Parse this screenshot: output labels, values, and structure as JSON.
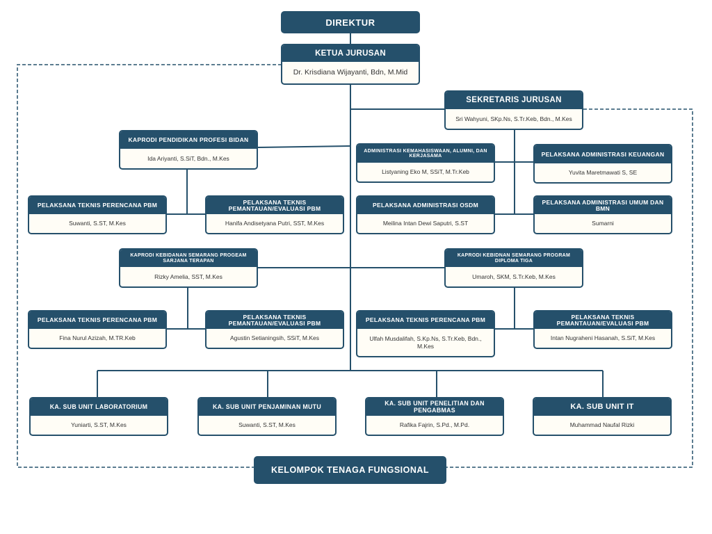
{
  "top": {
    "title": "DIREKTUR"
  },
  "ketua": {
    "title": "KETUA JURUSAN",
    "name": "Dr. Krisdiana Wijayanti, Bdn, M.Mid"
  },
  "sekretaris": {
    "title": "SEKRETARIS JURUSAN",
    "name": "Sri Wahyuni, SKp.Ns, S.Tr.Keb, Bdn., M.Kes"
  },
  "kaprodi_profesi": {
    "title": "KAPRODI PENDIDIKAN PROFESI BIDAN",
    "name": "Ida Ariyanti, S.SiT, Bdn., M.Kes"
  },
  "pt_perencana_1": {
    "title": "PELAKSANA TEKNIS PERENCANA PBM",
    "name": "Suwanti, S.ST, M.Kes"
  },
  "pt_evaluasi_1": {
    "title": "PELAKSANA TEKNIS PEMANTAUAN/EVALUASI PBM",
    "name": "Hanifa Andisetyana Putri, SST, M.Kes"
  },
  "adm_kemahasiswaan": {
    "title": "ADMINISTRASI KEMAHASISWAAN, ALUMNI, DAN KERJASAMA",
    "name": "Listyaning Eko M, SSiT, M.Tr.Keb"
  },
  "adm_keuangan": {
    "title": "PELAKSANA ADMINISTRASI KEUANGAN",
    "name": "Yuvita Maretmawati S, SE"
  },
  "adm_osdm": {
    "title": "PELAKSANA ADMINISTRASI OSDM",
    "name": "Meilina Intan Dewi Saputri, S.ST"
  },
  "adm_umum": {
    "title": "PELAKSANA ADMINISTRASI UMUM DAN BMN",
    "name": "Sumarni"
  },
  "kaprodi_sarjana": {
    "title": "KAPRODI KEBIDANAN SEMARANG PROGEAM SARJANA TERAPAN",
    "name": "Rizky Amelia, SST, M.Kes"
  },
  "kaprodi_diploma": {
    "title": "KAPRODI KEBIDNAN SEMARANG PROGRAM DIPLOMA TIGA",
    "name": "Umaroh, SKM, S.Tr.Keb, M.Kes"
  },
  "pt_perencana_2": {
    "title": "PELAKSANA TEKNIS PERENCANA PBM",
    "name": "Fina Nurul Azizah, M.TR.Keb"
  },
  "pt_evaluasi_2": {
    "title": "PELAKSANA TEKNIS PEMANTAUAN/EVALUASI PBM",
    "name": "Agustin Setianingsih, SSiT, M.Kes"
  },
  "pt_perencana_3": {
    "title": "PELAKSANA TEKNIS PERENCANA PBM",
    "name": "Ulfah Musdalifah,  S.Kp.Ns, S.Tr.Keb, Bdn., M.Kes"
  },
  "pt_evaluasi_3": {
    "title": "PELAKSANA TEKNIS PEMANTAUAN/EVALUASI PBM",
    "name": "Intan Nugraheni Hasanah, S.SiT, M.Kes"
  },
  "sub_lab": {
    "title": "KA. SUB UNIT LABORATORIUM",
    "name": "Yuniarti, S.ST, M.Kes"
  },
  "sub_penjaminan": {
    "title": "KA. SUB UNIT PENJAMINAN MUTU",
    "name": "Suwanti, S.ST, M.Kes"
  },
  "sub_penelitian": {
    "title": "KA. SUB UNIT PENELITIAN DAN PENGABMAS",
    "name": "Rafika Fajrin, S.Pd., M.Pd."
  },
  "sub_it": {
    "title": "KA. SUB UNIT IT",
    "name": "Muhammad Naufal Rizki"
  },
  "fungsional": {
    "title": "KELOMPOK TENAGA FUNGSIONAL"
  },
  "colors": {
    "primary": "#25506b",
    "card_bg": "#fffdf6",
    "text": "#333333"
  }
}
